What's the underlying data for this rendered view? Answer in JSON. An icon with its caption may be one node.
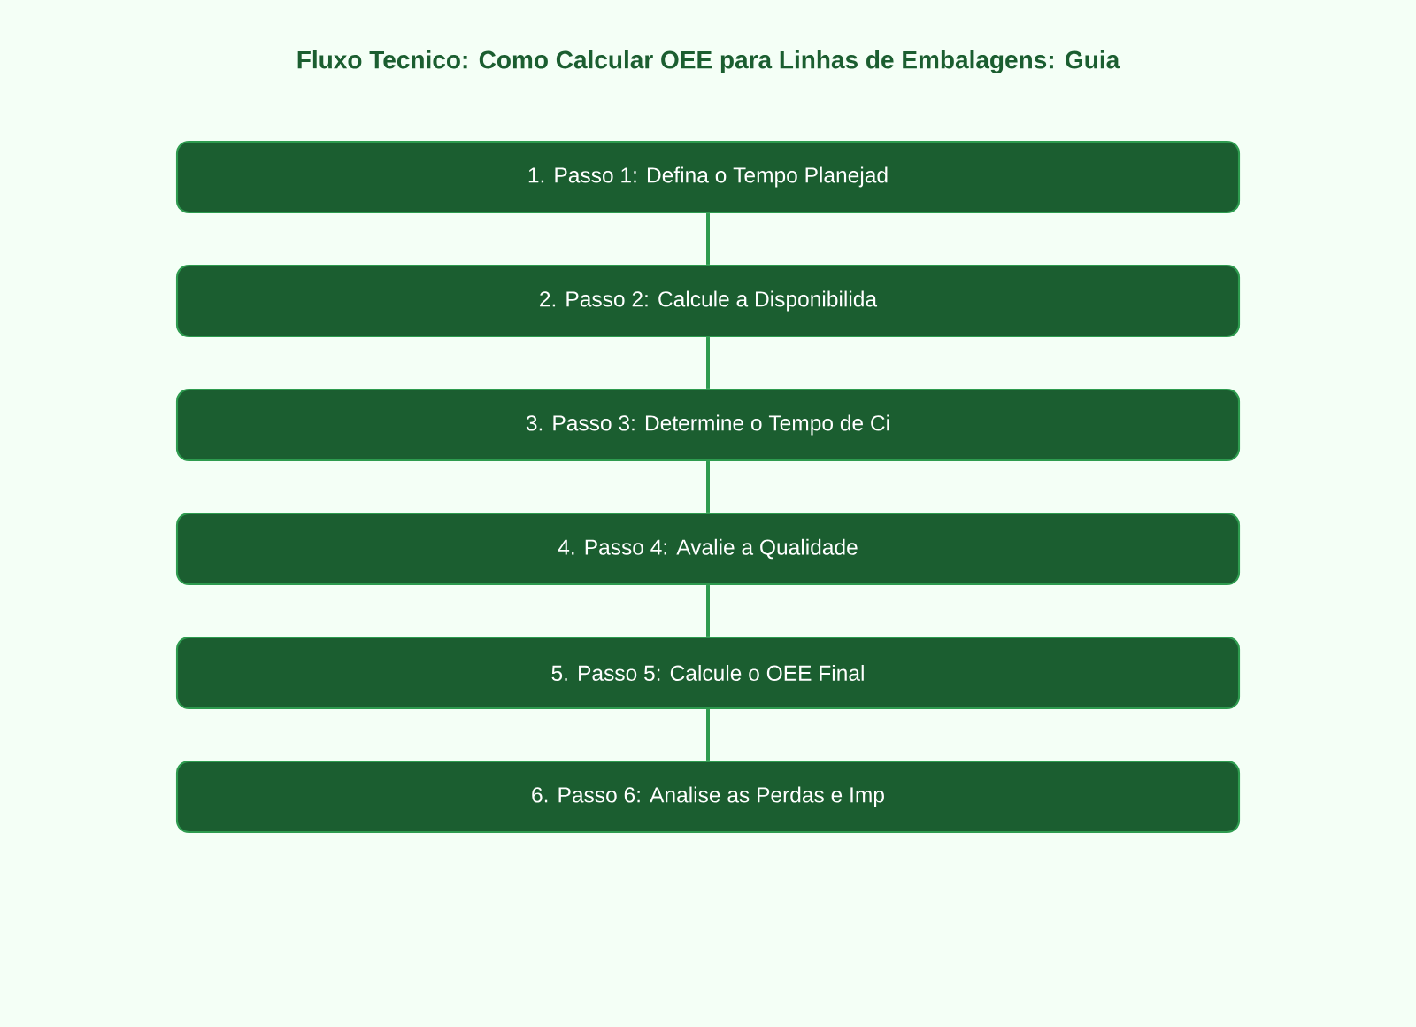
{
  "diagram": {
    "title": "Fluxo Tecnico: Como Calcular OEE para Linhas de Embalagens: Guia",
    "nodes": [
      {
        "text": [
          "1. Passo 1: Defina o Tempo Planejad"
        ]
      },
      {
        "text": [
          "2. Passo 2: Calcule a Disponibilida"
        ]
      },
      {
        "text": [
          "3. Passo 3: Determine o Tempo de Ci"
        ]
      },
      {
        "text": [
          "4. Passo 4: Avalie a Qualidade"
        ]
      },
      {
        "text": [
          "5. Passo 5: Calcule o OEE Final"
        ]
      },
      {
        "text": [
          "6. Passo 6: Analise as Perdas e Imp"
        ]
      }
    ],
    "edges": [
      {
        "from": 0,
        "to": 1,
        "arrow": "none"
      },
      {
        "from": 1,
        "to": 2,
        "arrow": "none"
      },
      {
        "from": 2,
        "to": 3,
        "arrow": "none"
      },
      {
        "from": 3,
        "to": 4,
        "arrow": "none"
      },
      {
        "from": 4,
        "to": 5,
        "arrow": "none"
      }
    ]
  }
}
